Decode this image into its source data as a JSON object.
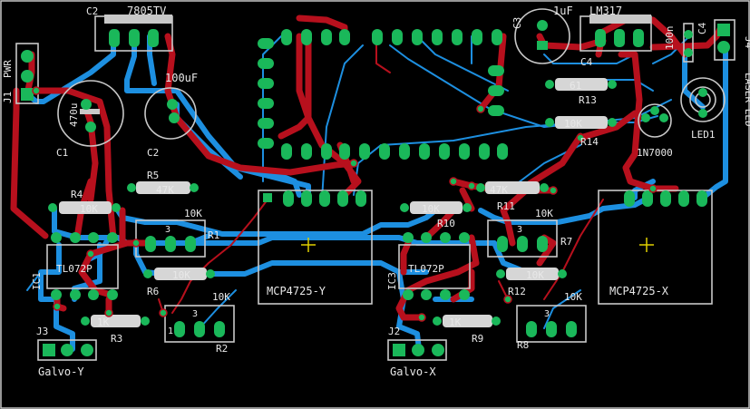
{
  "board": {
    "background": "#000000",
    "top_copper": "#b7101d",
    "bottom_copper": "#1d8fe0",
    "pad": "#1ab85a",
    "silkscreen": "#c8c8c8"
  },
  "labels": {
    "c2_top": "C2",
    "reg_7805": "7805TV",
    "c3_top": "C3",
    "c3_value": "1uF",
    "lm317": "LM317",
    "c4_top": "C4",
    "c4_value": "100n",
    "j4": "J4",
    "laser_led": "LASER LED",
    "j1": "J1",
    "pwr": "PWR",
    "c1_value": "470u",
    "c1": "C1",
    "c2_value": "100uF",
    "c2": "C2",
    "r5": "R5",
    "r5_value": "47K",
    "r4": "R4",
    "r4_value": "10K",
    "r1_value": "10K",
    "r1": "R1",
    "ic1": "IC1",
    "tl072_left": "TL072P",
    "r6": "R6",
    "r6_value": "10K",
    "r3_value": "1K",
    "r3": "R3",
    "r2_value": "10K",
    "r2": "R2",
    "j3": "J3",
    "galvo_y": "Galvo-Y",
    "mcp_y": "MCP4725-Y",
    "r13": "R13",
    "r13_value": "61",
    "r14_value": "10K",
    "r14": "R14",
    "d_1n7000": "1N7000",
    "led1": "LED1",
    "r11_value": "47K",
    "r11": "R11",
    "r10_value": "10K",
    "r10": "R10",
    "r7_value": "10K",
    "r7": "R7",
    "ic3": "IC3",
    "tl072_right": "TL072P",
    "r12_value": "10K",
    "r12": "R12",
    "r9_value": "1K",
    "r9": "R9",
    "r8_value": "10K",
    "r8": "R8",
    "j2": "J2",
    "galvo_x": "Galvo-X",
    "mcp_x": "MCP4725-X",
    "trim_pin": "3",
    "trim_pin1": "1"
  }
}
